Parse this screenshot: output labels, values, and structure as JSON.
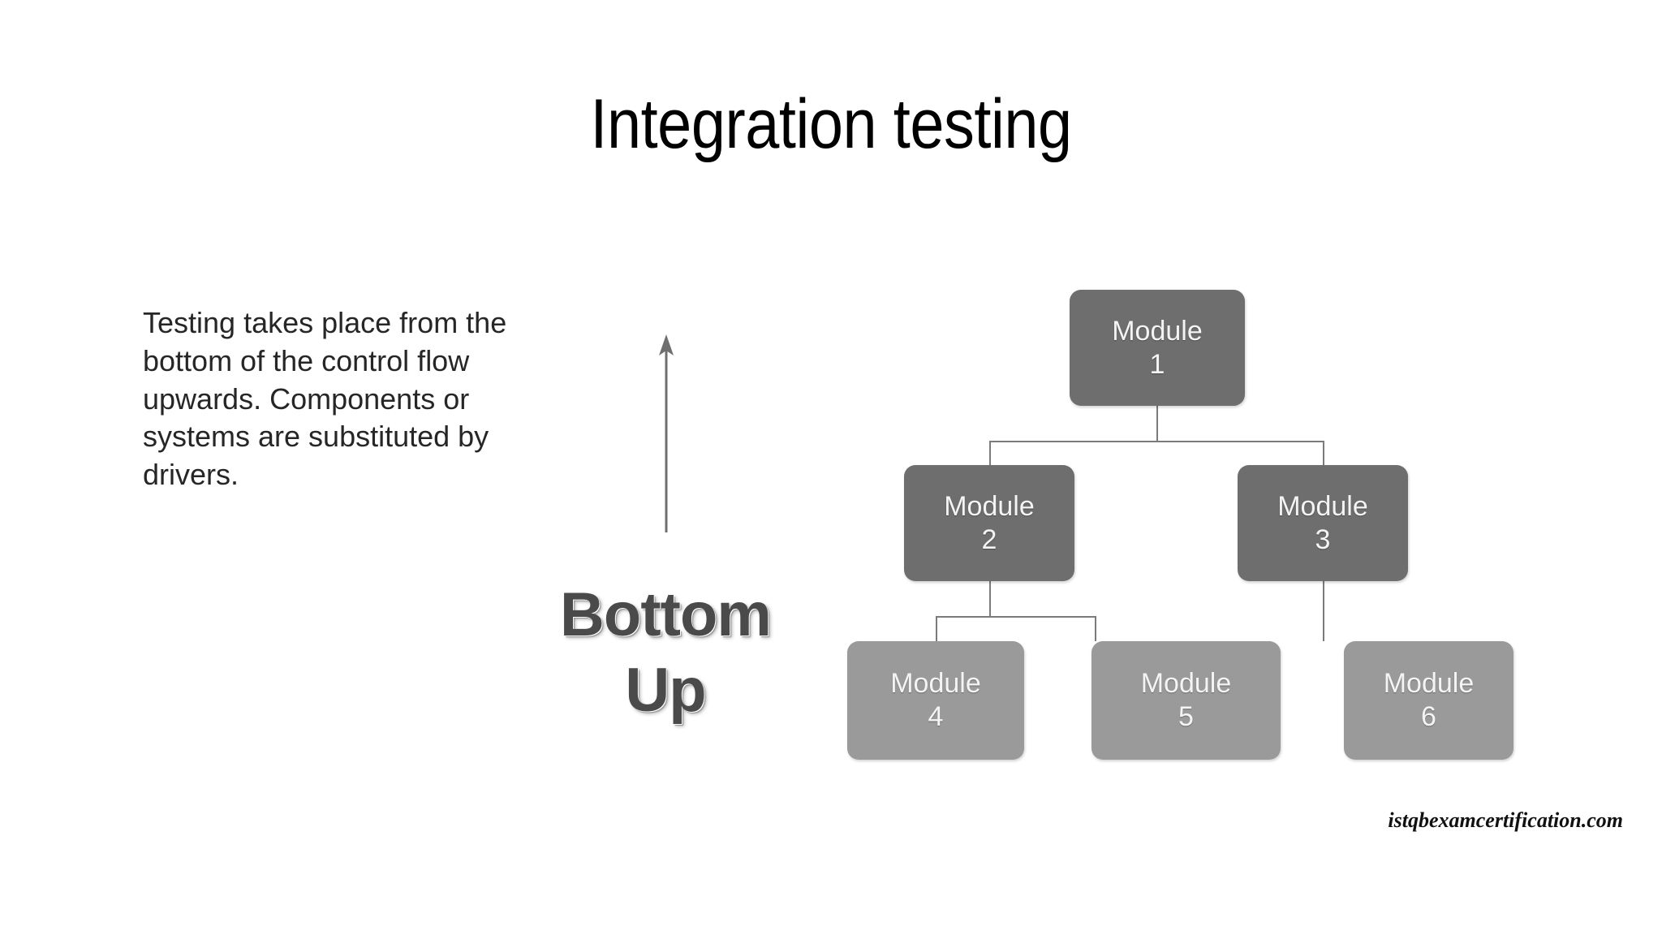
{
  "slide": {
    "title": "Integration testing",
    "background_color": "#ffffff",
    "body_text": "Testing takes place from the bottom of the control flow upwards. Components or systems are substituted by drivers.",
    "attribution": "istqbexamcertification.com"
  },
  "direction_label": {
    "line1": "Bottom",
    "line2": "Up",
    "arrow_direction": "up"
  },
  "colors": {
    "title_text": "#000000",
    "body_text": "#262626",
    "direction_label_text": "#4a4a4a",
    "module_dark": "#6e6e6e",
    "module_light": "#9a9a9a",
    "module_text": "#f4f4f4",
    "connector_line": "#7b7b7b"
  },
  "module_tree": {
    "nodes": [
      {
        "id": "module-1",
        "word": "Module",
        "number": "1",
        "tier": "top",
        "shade": "dark"
      },
      {
        "id": "module-2",
        "word": "Module",
        "number": "2",
        "tier": "mid",
        "shade": "dark"
      },
      {
        "id": "module-3",
        "word": "Module",
        "number": "3",
        "tier": "mid",
        "shade": "dark"
      },
      {
        "id": "module-4",
        "word": "Module",
        "number": "4",
        "tier": "leaf",
        "shade": "light"
      },
      {
        "id": "module-5",
        "word": "Module",
        "number": "5",
        "tier": "leaf",
        "shade": "light"
      },
      {
        "id": "module-6",
        "word": "Module",
        "number": "6",
        "tier": "leaf",
        "shade": "light"
      }
    ],
    "edges": [
      {
        "from": "module-1",
        "to": "module-2"
      },
      {
        "from": "module-1",
        "to": "module-3"
      },
      {
        "from": "module-2",
        "to": "module-4"
      },
      {
        "from": "module-2",
        "to": "module-5"
      },
      {
        "from": "module-3",
        "to": "module-6"
      }
    ]
  }
}
